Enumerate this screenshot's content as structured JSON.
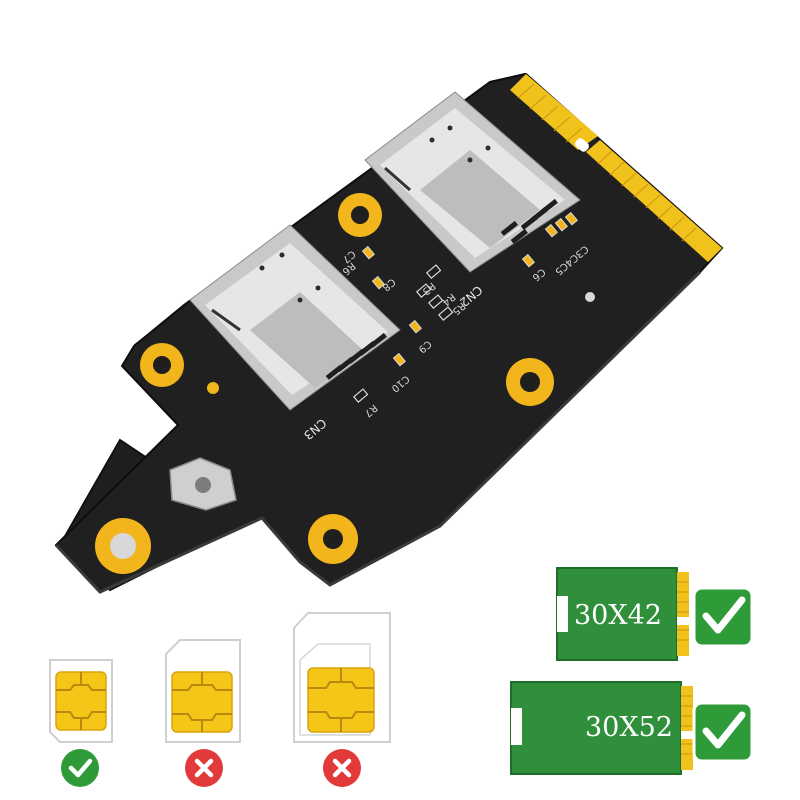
{
  "board": {
    "connectors": [
      "CN2",
      "CN3"
    ],
    "components": [
      "C7",
      "R6",
      "C8",
      "R3",
      "R4",
      "R5",
      "C9",
      "C10",
      "R7",
      "C3C4C5",
      "C6"
    ]
  },
  "ssd_sizes": [
    {
      "label": "30X42",
      "supported": true
    },
    {
      "label": "30X52",
      "supported": true
    }
  ],
  "sim_cards": [
    {
      "type": "nano",
      "supported": true
    },
    {
      "type": "micro",
      "supported": false
    },
    {
      "type": "standard",
      "supported": false
    }
  ],
  "colors": {
    "pcb": "#1f1f1f",
    "gold": "#f2b51c",
    "ssd_green": "#2f8f3a",
    "check_green": "#2f9a38",
    "cross_red": "#e23a3a"
  }
}
